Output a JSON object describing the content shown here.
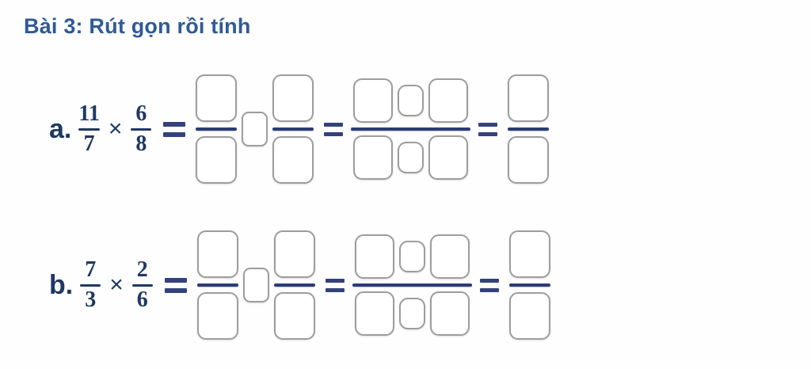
{
  "page": {
    "background_color": "#fefeff",
    "title_color": "#2f5a96",
    "math_color": "#1f3864",
    "blank_border_color": "#9d9d9d",
    "fraction_bar_color": "#2c3c74"
  },
  "exercise": {
    "title": "Bài 3: Rút gọn rồi tính"
  },
  "problems": [
    {
      "label": "a.",
      "given": {
        "fraction1": {
          "numerator": "11",
          "denominator": "7"
        },
        "operator": "×",
        "fraction2": {
          "numerator": "6",
          "denominator": "8"
        }
      },
      "equals": "=",
      "steps": [
        {
          "type": "fraction-op-fraction",
          "left_fraction": {
            "numerator": "",
            "denominator": ""
          },
          "operator_blank": "",
          "right_fraction": {
            "numerator": "",
            "denominator": ""
          }
        },
        {
          "type": "product-fraction",
          "numerator": {
            "left": "",
            "operator": "",
            "right": ""
          },
          "denominator": {
            "left": "",
            "operator": "",
            "right": ""
          }
        },
        {
          "type": "fraction",
          "numerator": "",
          "denominator": ""
        }
      ]
    },
    {
      "label": "b.",
      "given": {
        "fraction1": {
          "numerator": "7",
          "denominator": "3"
        },
        "operator": "×",
        "fraction2": {
          "numerator": "2",
          "denominator": "6"
        }
      },
      "equals": "=",
      "steps": [
        {
          "type": "fraction-op-fraction",
          "left_fraction": {
            "numerator": "",
            "denominator": ""
          },
          "operator_blank": "",
          "right_fraction": {
            "numerator": "",
            "denominator": ""
          }
        },
        {
          "type": "product-fraction",
          "numerator": {
            "left": "",
            "operator": "",
            "right": ""
          },
          "denominator": {
            "left": "",
            "operator": "",
            "right": ""
          }
        },
        {
          "type": "fraction",
          "numerator": "",
          "denominator": ""
        }
      ]
    }
  ],
  "icons": {
    "equals": "=",
    "multiply": "×"
  }
}
